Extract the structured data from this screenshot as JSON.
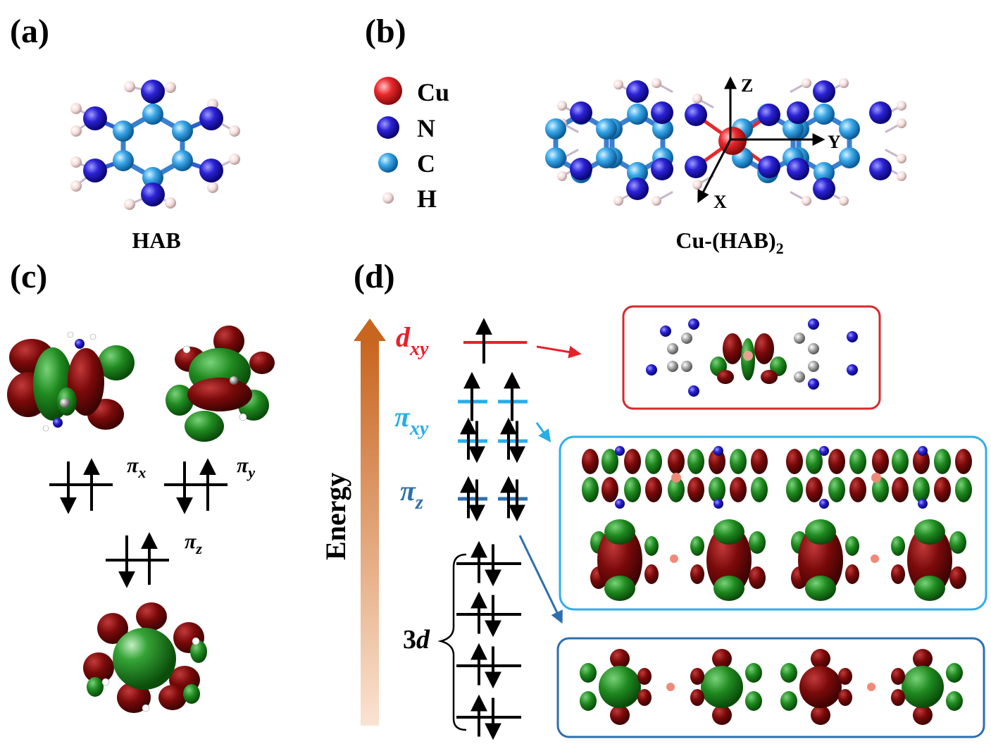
{
  "panels": {
    "a": "(a)",
    "b": "(b)",
    "c": "(c)",
    "d": "(d)"
  },
  "captions": {
    "hab": "HAB",
    "cu_hab2_main": "Cu-(HAB)",
    "cu_hab2_sub": "2"
  },
  "legend": [
    {
      "symbol": "Cu",
      "color": "#e8282c"
    },
    {
      "symbol": "N",
      "color": "#2b22d6"
    },
    {
      "symbol": "C",
      "color": "#3aa8ea"
    },
    {
      "symbol": "H",
      "color": "#f1d6d4"
    }
  ],
  "axes": {
    "z": "Z",
    "y": "Y",
    "x": "X"
  },
  "panel_c_orbitals": {
    "pix": {
      "base": "π",
      "sub": "x"
    },
    "piy": {
      "base": "π",
      "sub": "y"
    },
    "piz": {
      "base": "π",
      "sub": "z"
    }
  },
  "panel_d": {
    "energy_label": "Energy",
    "dxy": {
      "base": "d",
      "sub": "xy",
      "color": "#e8202a"
    },
    "pixy": {
      "base": "π",
      "sub": "xy",
      "color": "#26aee8"
    },
    "piz": {
      "base": "π",
      "sub": "z",
      "color": "#2d6fae"
    },
    "threed": {
      "main": "3",
      "italic": "d"
    }
  },
  "colors": {
    "lobe_red": "#7a0a0a",
    "lobe_green": "#1f8a1f",
    "box_red": "#d42a2a",
    "box_cyan": "#2eaee8",
    "box_blue": "#2d6fae",
    "arrow_orange_top": "#c8651e",
    "arrow_orange_bottom": "#fbe3d2"
  }
}
